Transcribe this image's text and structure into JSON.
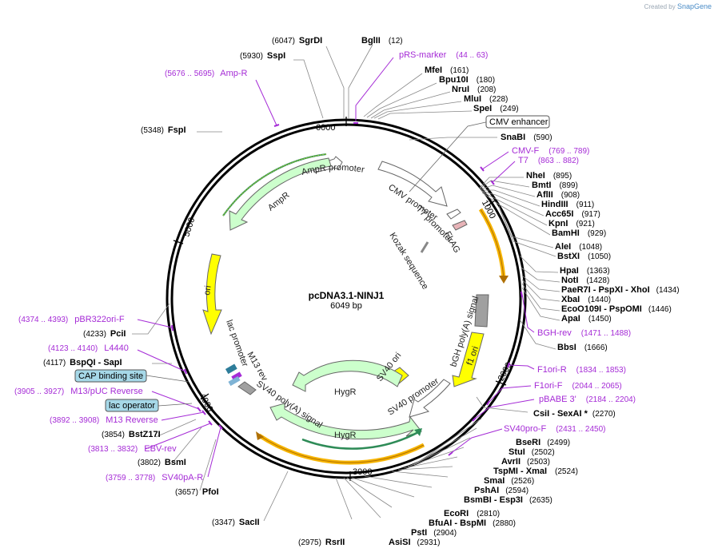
{
  "credit": {
    "prefix": "Created by",
    "brand": "SnapGene"
  },
  "plasmid": {
    "name": "pcDNA3.1-NINJ1",
    "size": "6049 bp"
  },
  "ticks": [
    "1000",
    "2000",
    "3000",
    "4000",
    "5000",
    "6000"
  ],
  "enzymes": [
    {
      "name": "SgrDI",
      "pos": "(6047)"
    },
    {
      "name": "BglII",
      "pos": "(12)"
    },
    {
      "name": "SspI",
      "pos": "(5930)"
    },
    {
      "name": "MfeI",
      "pos": "(161)"
    },
    {
      "name": "Bpu10I",
      "pos": "(180)"
    },
    {
      "name": "NruI",
      "pos": "(208)"
    },
    {
      "name": "MluI",
      "pos": "(228)"
    },
    {
      "name": "SpeI",
      "pos": "(249)"
    },
    {
      "name": "FspI",
      "pos": "(5348)"
    },
    {
      "name": "SnaBI",
      "pos": "(590)"
    },
    {
      "name": "NheI",
      "pos": "(895)"
    },
    {
      "name": "BmtI",
      "pos": "(899)"
    },
    {
      "name": "AflII",
      "pos": "(908)"
    },
    {
      "name": "HindIII",
      "pos": "(911)"
    },
    {
      "name": "Acc65I",
      "pos": "(917)"
    },
    {
      "name": "KpnI",
      "pos": "(921)"
    },
    {
      "name": "BamHI",
      "pos": "(929)"
    },
    {
      "name": "AleI",
      "pos": "(1048)"
    },
    {
      "name": "BstXI",
      "pos": "(1050)"
    },
    {
      "name": "HpaI",
      "pos": "(1363)"
    },
    {
      "name": "NotI",
      "pos": "(1428)"
    },
    {
      "name": "PaeR7I  - PspXI  - XhoI",
      "pos": "(1434)"
    },
    {
      "name": "XbaI",
      "pos": "(1440)"
    },
    {
      "name": "EcoO109I  - PspOMI",
      "pos": "(1446)"
    },
    {
      "name": "ApaI",
      "pos": "(1450)"
    },
    {
      "name": "BbsI",
      "pos": "(1666)"
    },
    {
      "name": "PciI",
      "pos": "(4233)"
    },
    {
      "name": "BspQI  - SapI",
      "pos": "(4117)"
    },
    {
      "name": "BstZ17I",
      "pos": "(3854)"
    },
    {
      "name": "BsmI",
      "pos": "(3802)"
    },
    {
      "name": "PfoI",
      "pos": "(3657)"
    },
    {
      "name": "SacII",
      "pos": "(3347)"
    },
    {
      "name": "RsrII",
      "pos": "(2975)"
    },
    {
      "name": "AsiSI",
      "pos": "(2931)"
    },
    {
      "name": "PstI",
      "pos": "(2904)"
    },
    {
      "name": "BfuAI  - BspMI",
      "pos": "(2880)"
    },
    {
      "name": "EcoRI",
      "pos": "(2810)"
    },
    {
      "name": "BsmBI  - Esp3I",
      "pos": "(2635)"
    },
    {
      "name": "PshAI",
      "pos": "(2594)"
    },
    {
      "name": "SmaI",
      "pos": "(2526)"
    },
    {
      "name": "TspMI  - XmaI",
      "pos": "(2524)"
    },
    {
      "name": "AvrII",
      "pos": "(2503)"
    },
    {
      "name": "StuI",
      "pos": "(2502)"
    },
    {
      "name": "BseRI",
      "pos": "(2499)"
    },
    {
      "name": "CsiI  - SexAI *",
      "pos": "(2270)"
    }
  ],
  "primers": [
    {
      "name": "pRS-marker",
      "pos": "(44 .. 63)"
    },
    {
      "name": "Amp-R",
      "pos": "(5676 .. 5695)"
    },
    {
      "name": "CMV-F",
      "pos": "(769 .. 789)"
    },
    {
      "name": "T7",
      "pos": "(863 .. 882)"
    },
    {
      "name": "BGH-rev",
      "pos": "(1471 .. 1488)"
    },
    {
      "name": "F1ori-R",
      "pos": "(1834 .. 1853)"
    },
    {
      "name": "F1ori-F",
      "pos": "(2044 .. 2065)"
    },
    {
      "name": "pBABE 3'",
      "pos": "(2184 .. 2204)"
    },
    {
      "name": "SV40pro-F",
      "pos": "(2431 .. 2450)"
    },
    {
      "name": "pBR322ori-F",
      "pos": "(4374 .. 4393)"
    },
    {
      "name": "L4440",
      "pos": "(4123 .. 4140)"
    },
    {
      "name": "M13/pUC Reverse",
      "pos": "(3905 .. 3927)"
    },
    {
      "name": "M13 Reverse",
      "pos": "(3892 .. 3908)"
    },
    {
      "name": "EBV-rev",
      "pos": "(3813 .. 3832)"
    },
    {
      "name": "SV40pA-R",
      "pos": "(3759 .. 3778)"
    }
  ],
  "boxed": [
    "CMV enhancer",
    "CAP binding site",
    "lac operator"
  ],
  "features": [
    "AmpR promoter",
    "AmpR",
    "CMV promoter",
    "T7 promoter",
    "FLAG",
    "Kozak sequence",
    "ori",
    "bGH poly(A) signal",
    "f1 ori",
    "SV40 promoter",
    "SV40 ori",
    "HygR",
    "HygR",
    "SV40 poly(A) signal",
    "lac promoter",
    "M13 rev"
  ],
  "colors": {
    "primer": "#a52bd6",
    "ori": "#ffff00",
    "marker": "#ccffcc",
    "promoter": "#ffffff",
    "polyA": "#a0a0a0",
    "orf_highlight": "#f7b500",
    "hygr_line": "#2e8b57",
    "box_fill": "#a6d8e8"
  }
}
